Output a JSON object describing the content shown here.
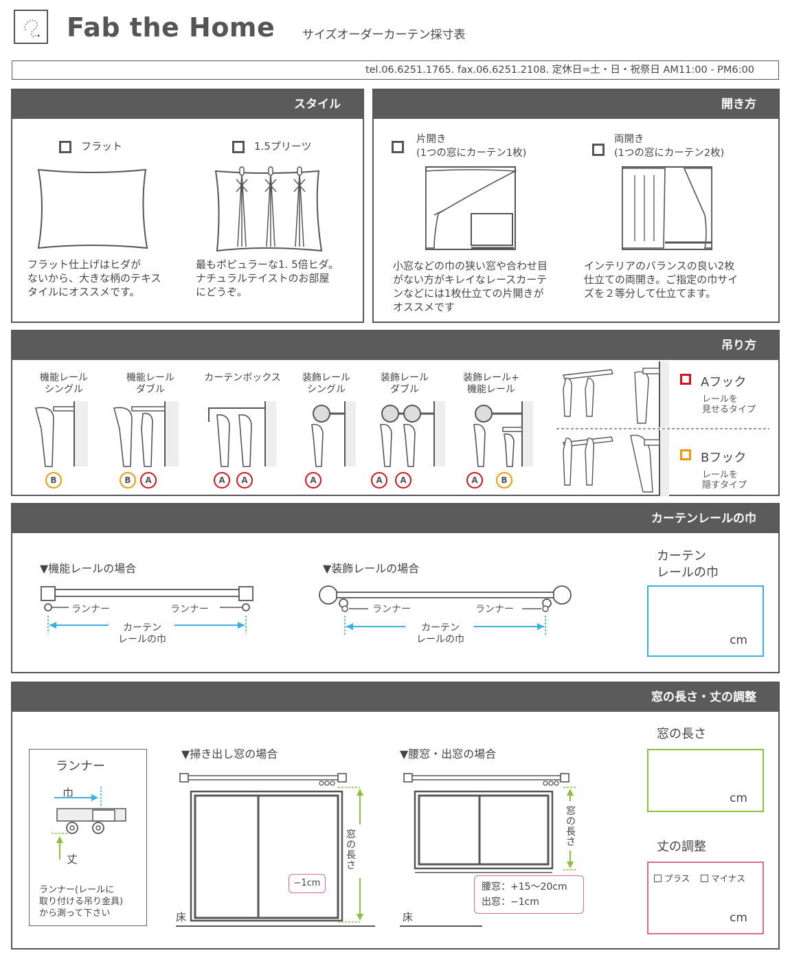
{
  "header": {
    "brand": "Fab the Home",
    "subtitle": "サイズオーダーカーテン採寸表",
    "contact": "tel.06.6251.1765.  fax.06.6251.2108. 定休日=土・日・祝祭日   AM11:00 - PM6:00"
  },
  "style": {
    "title": "スタイル",
    "flat_label": "フラット",
    "pleats_label": "1.5プリーツ",
    "flat_desc": [
      "フラット仕上げはヒダが",
      "ないから、大きな柄のテキス",
      "タイルにオススメです。"
    ],
    "pleats_desc": [
      "最もポピュラーな1. 5倍ヒダ。",
      "ナチュラルテイストのお部屋",
      "にどうぞ。"
    ]
  },
  "opening": {
    "title": "開き方",
    "single_label": [
      "片開き",
      "(1つの窓にカーテン1枚)"
    ],
    "double_label": [
      "両開き",
      "(1つの窓にカーテン2枚)"
    ],
    "single_desc": [
      "小窓などの巾の狭い窓や合わせ目",
      "がない方がキレイなレースカーテ",
      "ンなどには1枚仕立ての片開きが",
      "オススメです"
    ],
    "double_desc": [
      "インテリアのバランスの良い2枚",
      "仕立ての両開き。ご指定の巾サイ",
      "ズを２等分して仕立てます。"
    ]
  },
  "hanging": {
    "title": "吊り方",
    "types": [
      {
        "label": [
          "機能レール",
          "シングル"
        ],
        "hooks": [
          "B"
        ]
      },
      {
        "label": [
          "機能レール",
          "ダブル"
        ],
        "hooks": [
          "B",
          "A"
        ]
      },
      {
        "label": [
          "カーテンボックス"
        ],
        "hooks": [
          "A",
          "A"
        ]
      },
      {
        "label": [
          "装飾レール",
          "シングル"
        ],
        "hooks": [
          "A"
        ]
      },
      {
        "label": [
          "装飾レール",
          "ダブル"
        ],
        "hooks": [
          "A",
          "A"
        ]
      },
      {
        "label": [
          "装飾レール+",
          "機能レール"
        ],
        "hooks": [
          "A",
          "B"
        ]
      }
    ],
    "hook_a": {
      "name": "Aフック",
      "desc": [
        "レールを",
        "見せるタイプ"
      ],
      "color": "#d6101a"
    },
    "hook_b": {
      "name": "Bフック",
      "desc": [
        "レールを",
        "隠すタイプ"
      ],
      "color": "#f0960a"
    }
  },
  "rail_width": {
    "title": "カーテンレールの巾",
    "functional_title": "▼機能レールの場合",
    "decorative_title": "▼装飾レールの場合",
    "runner": "ランナー",
    "width_label": [
      "カーテン",
      "レールの巾"
    ],
    "field_label": [
      "カーテン",
      "レールの巾"
    ],
    "unit": "cm",
    "field_color": "#3ab0e0"
  },
  "window_length": {
    "title": "窓の長さ・丈の調整",
    "runner_box": {
      "title": "ランナー",
      "width": "巾",
      "length": "丈",
      "note": [
        "ランナー(レールに",
        "取り付ける吊り金具)",
        "から測って下さい"
      ]
    },
    "sweep_title": "▼掃き出し窓の場合",
    "waist_title": "▼腰窓・出窓の場合",
    "window_length_label": "窓の長さ",
    "floor": "床",
    "sweep_note": "−1cm",
    "waist_note": [
      "腰窓：+15〜20cm",
      "出窓：−1cm"
    ],
    "field_label": "窓の長さ",
    "adjust_label": "丈の調整",
    "plus": "プラス",
    "minus": "マイナス",
    "unit": "cm",
    "length_color": "#8cbf3f",
    "adjust_color": "#d86a96"
  }
}
